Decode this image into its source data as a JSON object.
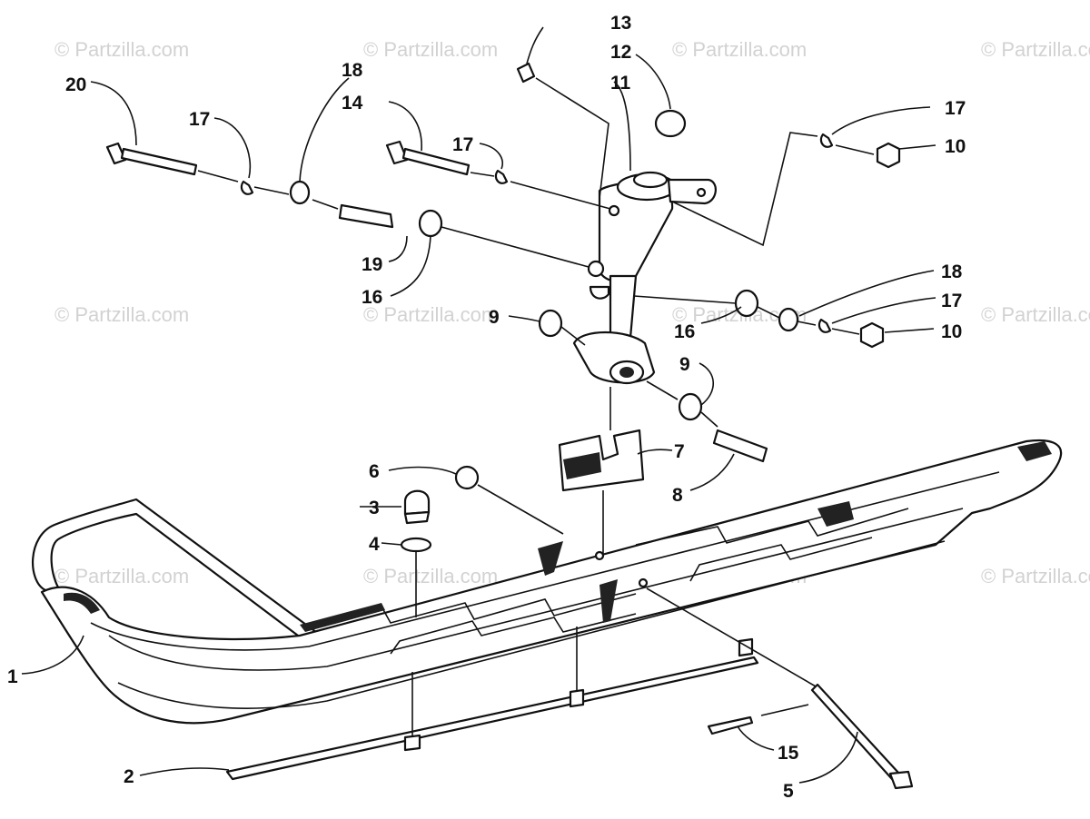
{
  "watermark": "© Partzilla.com",
  "callouts": {
    "c1": "1",
    "c2": "2",
    "c3": "3",
    "c4": "4",
    "c5": "5",
    "c6": "6",
    "c7": "7",
    "c8": "8",
    "c9a": "9",
    "c9b": "9",
    "c10a": "10",
    "c10b": "10",
    "c11": "11",
    "c12": "12",
    "c13": "13",
    "c14": "14",
    "c15": "15",
    "c16a": "16",
    "c16b": "16",
    "c17a": "17",
    "c17b": "17",
    "c17c": "17",
    "c17d": "17",
    "c18a": "18",
    "c18b": "18",
    "c19": "19",
    "c20": "20"
  }
}
